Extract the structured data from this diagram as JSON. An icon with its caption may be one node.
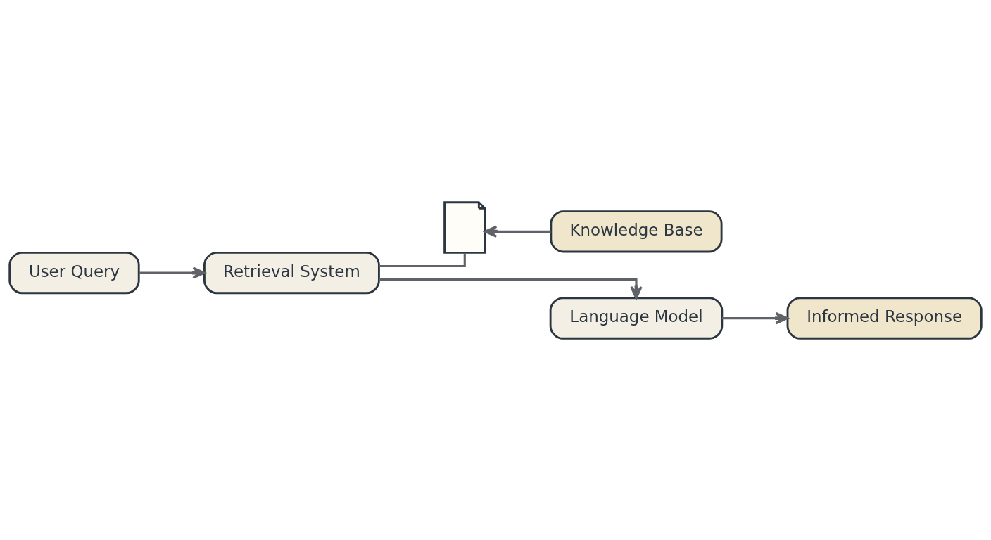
{
  "diagram": {
    "nodes": [
      {
        "text": [
          "User Query"
        ]
      },
      {
        "text": [
          "Retrieval System"
        ]
      },
      {
        "text": [],
        "shape": "document"
      },
      {
        "text": [
          "Knowledge Base"
        ]
      },
      {
        "text": [
          "Language Model"
        ]
      },
      {
        "text": [
          "Informed Response"
        ]
      }
    ],
    "edges": [
      {
        "from": 0,
        "to": 1,
        "arrow": "to"
      },
      {
        "from": 1,
        "to": 2,
        "arrow": "none"
      },
      {
        "from": 3,
        "to": 2,
        "arrow": "to"
      },
      {
        "from": 1,
        "to": 4,
        "arrow": "to"
      },
      {
        "from": 4,
        "to": 5,
        "arrow": "to"
      }
    ]
  }
}
